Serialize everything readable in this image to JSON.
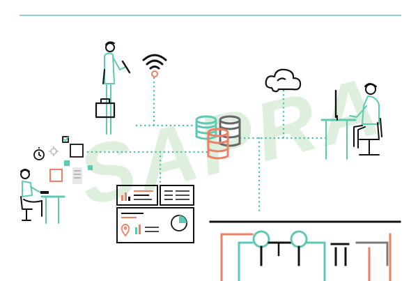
{
  "watermark": {
    "text": "SAPRA"
  },
  "colors": {
    "teal": "#5cc9b5",
    "dot_teal": "#3fbfb0",
    "coral": "#ef7e63",
    "ink": "#111111",
    "gray": "#7a7a7a",
    "watermark_green": "#d4ecd2",
    "background": "#ffffff"
  },
  "icons": [
    "wifi-icon",
    "cloud-icon",
    "database-icon",
    "clock-icon",
    "gear-icon",
    "checkbox-icon",
    "map-pin-icon",
    "pie-chart-icon",
    "bar-chart-icon",
    "document-icon"
  ],
  "figures": [
    "standing-person-with-tablet",
    "person-at-desk-with-monitor",
    "person-seated-with-laptop"
  ]
}
